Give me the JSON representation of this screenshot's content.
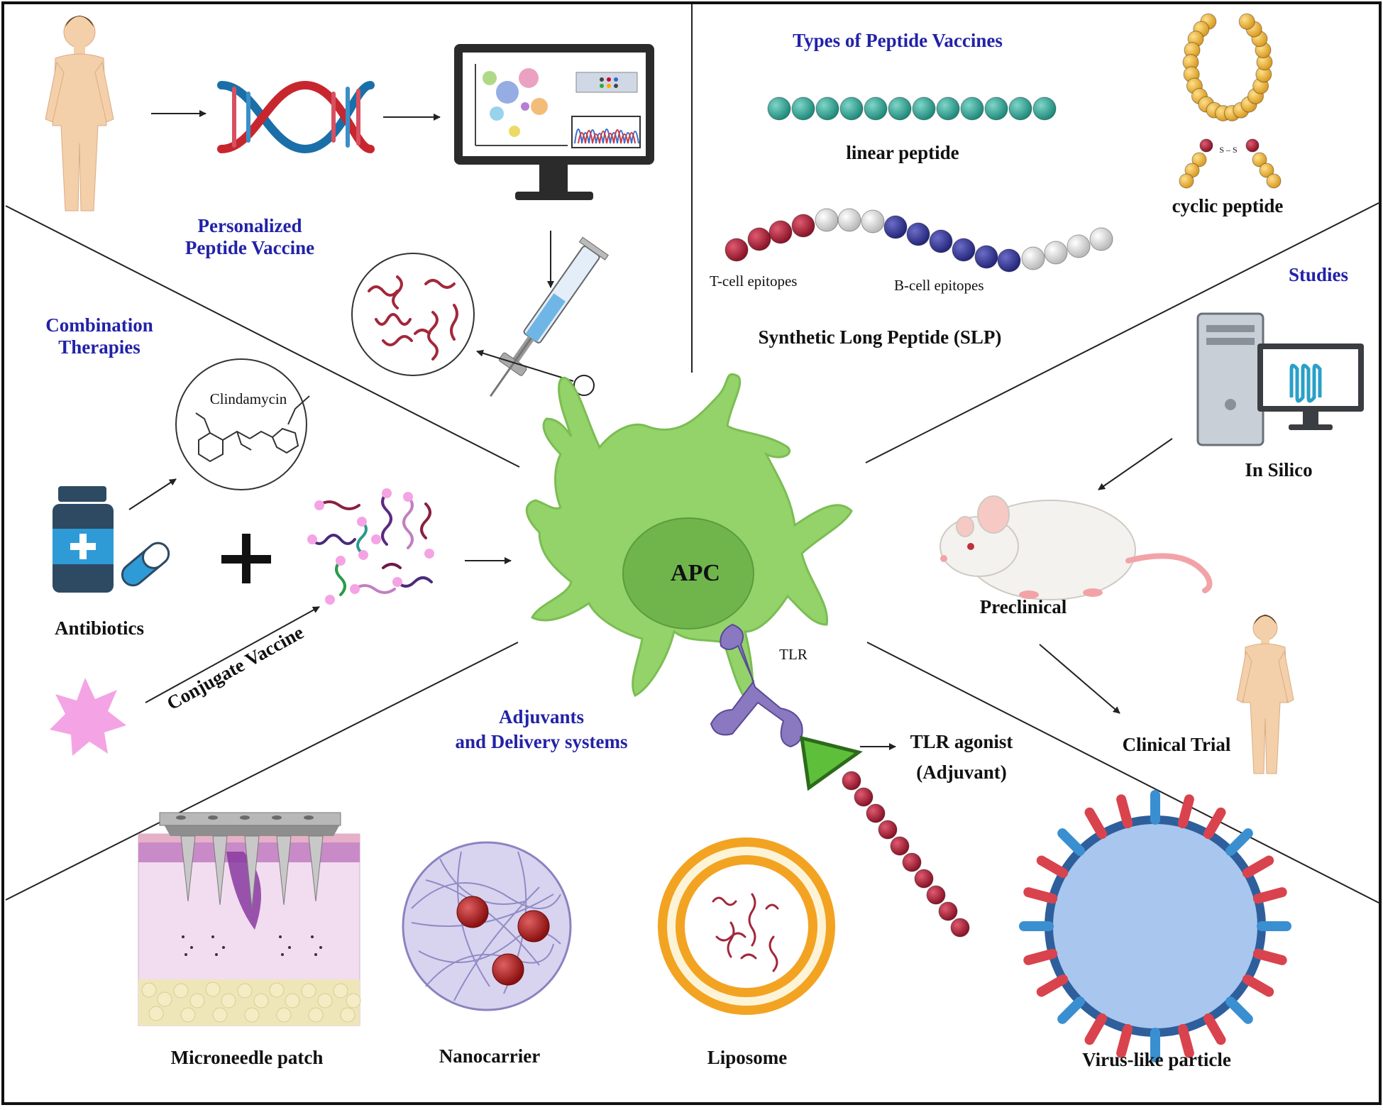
{
  "sections": {
    "personalized": {
      "title_line1": "Personalized",
      "title_line2": "Peptide Vaccine"
    },
    "types": {
      "title": "Types of Peptide Vaccines",
      "linear": "linear peptide",
      "cyclic": "cyclic peptide",
      "disulfide": "S – S",
      "t_cell": "T-cell epitopes",
      "b_cell": "B-cell epitopes",
      "slp": "Synthetic Long Peptide (SLP)"
    },
    "combination": {
      "title_line1": "Combination",
      "title_line2": "Therapies",
      "drug_name": "Clindamycin",
      "antibiotics": "Antibiotics",
      "conjugate": "Conjugate Vaccine"
    },
    "center": {
      "apc": "APC",
      "tlr": "TLR",
      "agonist_line1": "TLR agonist",
      "agonist_line2": "(Adjuvant)"
    },
    "studies": {
      "title": "Studies",
      "in_silico": "In Silico",
      "preclinical": "Preclinical",
      "clinical": "Clinical Trial"
    },
    "adjuvants": {
      "title_line1": "Adjuvants",
      "title_line2": "and Delivery systems",
      "microneedle": "Microneedle patch",
      "nanocarrier": "Nanocarrier",
      "liposome": "Liposome",
      "vlp": "Virus-like particle"
    }
  },
  "colors": {
    "title_blue": "#2222a8",
    "apc_green": "#93d36a",
    "apc_nucleus": "#6fb54c",
    "tlr_purple": "#8a78c0",
    "peptide_teal": "#2aa393",
    "peptide_red": "#a81f36",
    "peptide_navy": "#33358e",
    "peptide_gray": "#d8d8d8",
    "cyclic_gold": "#f2c14e",
    "skin_tone": "#f3cfaa",
    "pink_adjuvant": "#f4a4e4"
  }
}
